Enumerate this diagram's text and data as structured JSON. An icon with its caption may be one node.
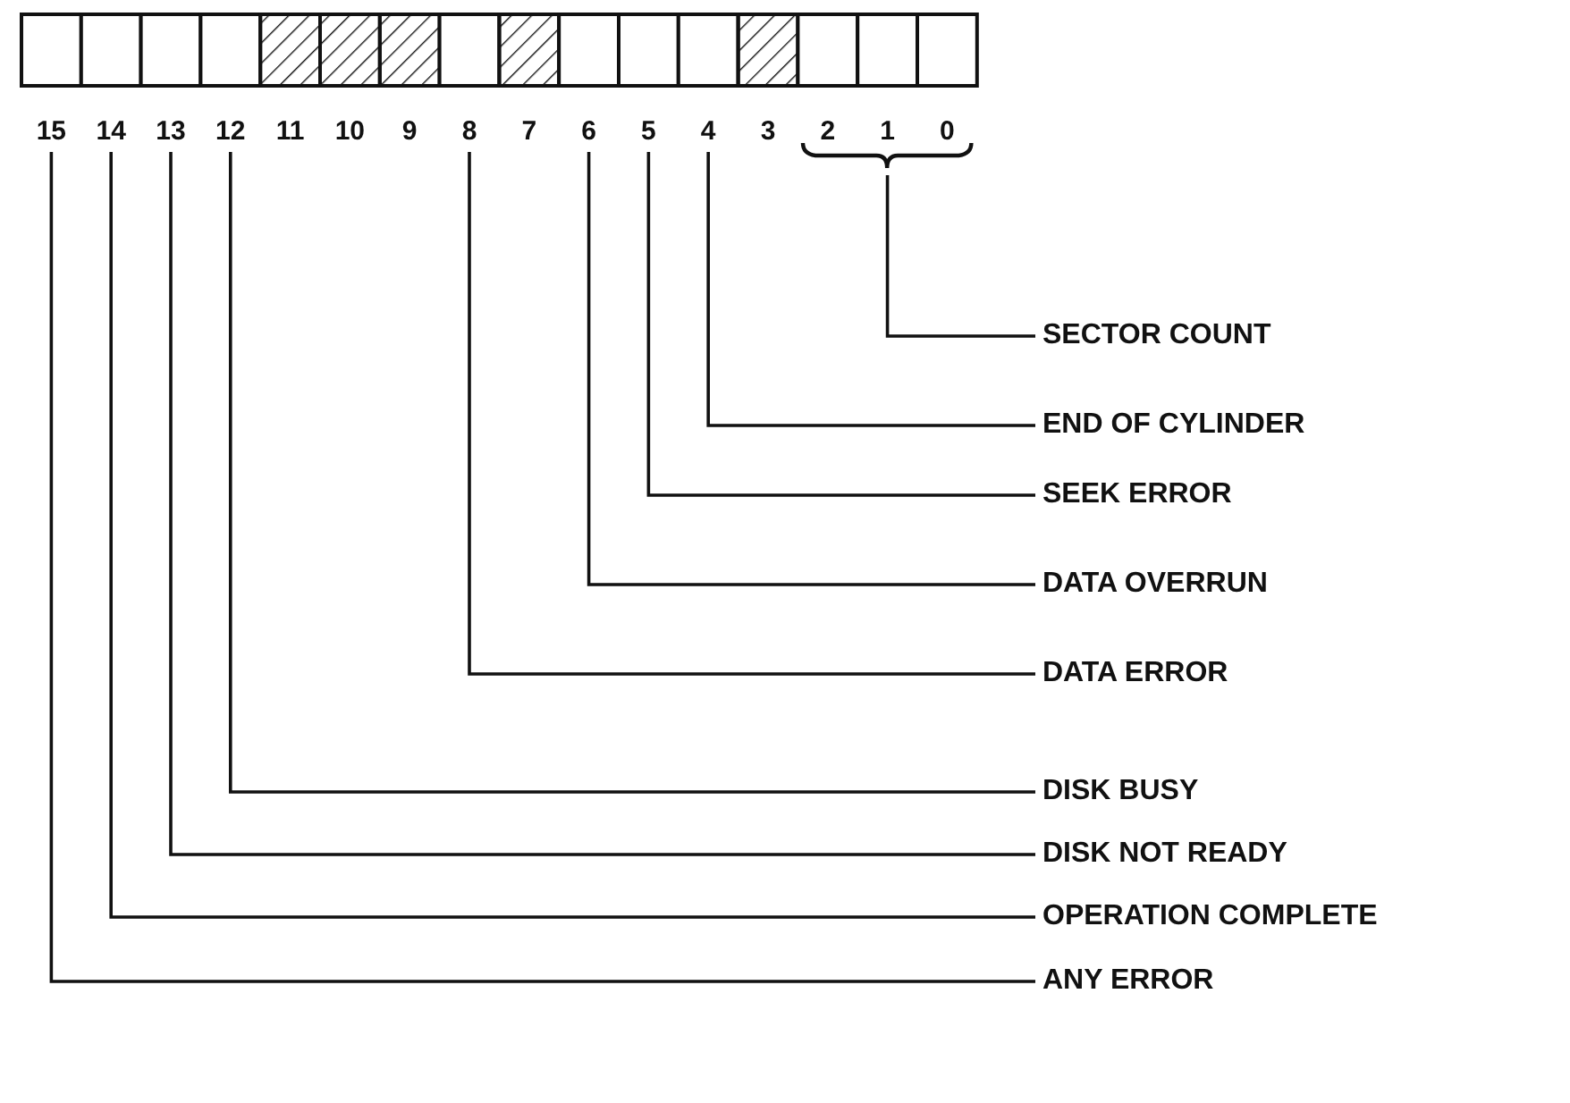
{
  "diagram": {
    "nodes": [
      {
        "text": [
          "15"
        ]
      },
      {
        "text": [
          "14"
        ]
      },
      {
        "text": [
          "13"
        ]
      },
      {
        "text": [
          "12"
        ]
      },
      {
        "text": [
          "11"
        ]
      },
      {
        "text": [
          "10"
        ]
      },
      {
        "text": [
          "9"
        ]
      },
      {
        "text": [
          "8"
        ]
      },
      {
        "text": [
          "7"
        ]
      },
      {
        "text": [
          "6"
        ]
      },
      {
        "text": [
          "5"
        ]
      },
      {
        "text": [
          "4"
        ]
      },
      {
        "text": [
          "3"
        ]
      },
      {
        "text": [
          "2"
        ]
      },
      {
        "text": [
          "1"
        ]
      },
      {
        "text": [
          "0"
        ]
      },
      {
        "text": [],
        "shape": "bracket"
      },
      {
        "text": [
          "SECTOR COUNT"
        ]
      },
      {
        "text": [
          "END OF CYLINDER"
        ]
      },
      {
        "text": [
          "SEEK ERROR"
        ]
      },
      {
        "text": [
          "DATA OVERRUN"
        ]
      },
      {
        "text": [
          "DATA ERROR"
        ]
      },
      {
        "text": [
          "DISK BUSY"
        ]
      },
      {
        "text": [
          "DISK NOT READY"
        ]
      },
      {
        "text": [
          "OPERATION COMPLETE"
        ]
      },
      {
        "text": [
          "ANY ERROR"
        ]
      }
    ],
    "edges": [
      {
        "from": 17,
        "to": 16,
        "arrow": "none"
      },
      {
        "from": 18,
        "to": 11,
        "arrow": "none"
      },
      {
        "from": 19,
        "to": 10,
        "arrow": "none"
      },
      {
        "from": 20,
        "to": 9,
        "arrow": "none"
      },
      {
        "from": 21,
        "to": 7,
        "arrow": "none"
      },
      {
        "from": 22,
        "to": 3,
        "arrow": "none"
      },
      {
        "from": 23,
        "to": 2,
        "arrow": "none"
      },
      {
        "from": 24,
        "to": 1,
        "arrow": "none"
      },
      {
        "from": 25,
        "to": 0,
        "arrow": "none"
      }
    ]
  }
}
